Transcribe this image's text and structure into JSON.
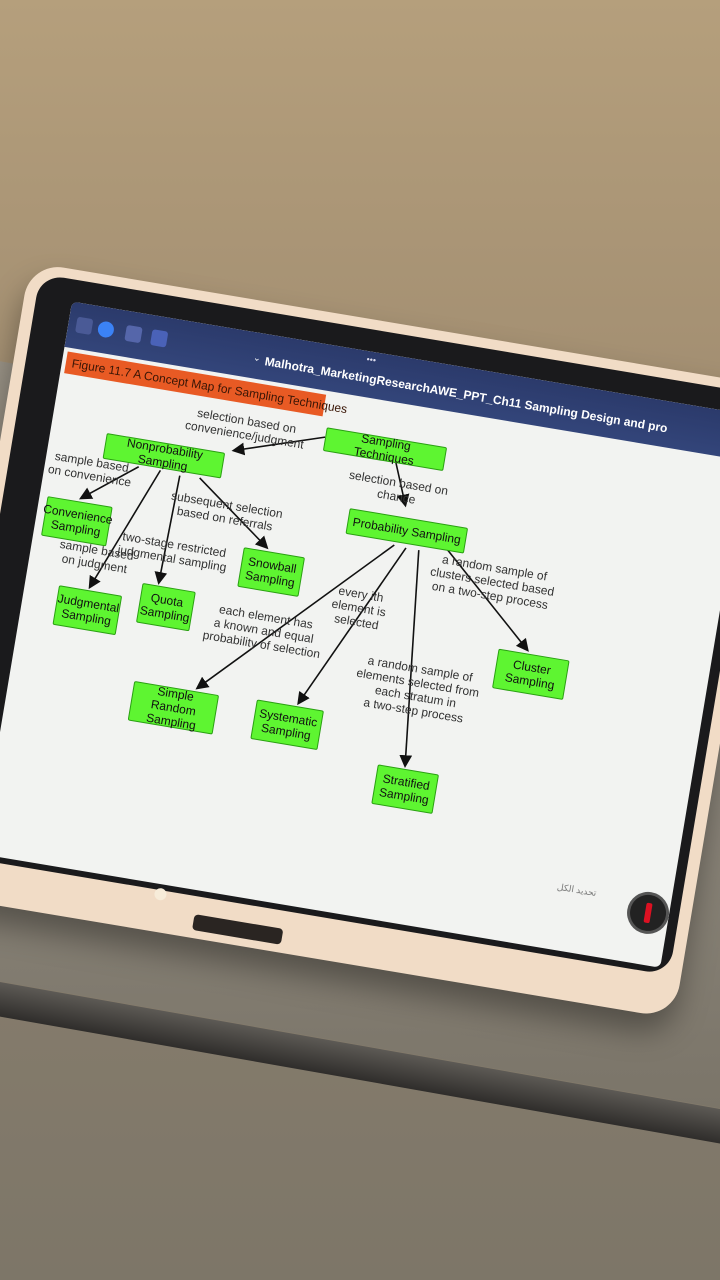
{
  "app": {
    "document_title": "Malhotra_MarketingResearchAWE_PPT_Ch11 Sampling Design and pro",
    "overflow_dots": "•••",
    "figure_caption": "Figure 11.7  A Concept Map for Sampling Techniques",
    "overlay_text": "تحديد الكل"
  },
  "nodes": {
    "sampling_techniques": "Sampling Techniques",
    "nonprobability": "Nonprobability Sampling",
    "probability": "Probability Sampling",
    "convenience": "Convenience Sampling",
    "judgmental": "Judgmental Sampling",
    "quota": "Quota Sampling",
    "snowball": "Snowball Sampling",
    "simple_random": "Simple Random Sampling",
    "systematic": "Systematic Sampling",
    "stratified": "Stratified Sampling",
    "cluster": "Cluster Sampling"
  },
  "edge_labels": {
    "convenience_judgment": "selection based on\nconvenience/judgment",
    "chance": "selection based on\nchance",
    "sample_convenience": "sample based\non convenience",
    "subsequent": "subsequent selection\nbased on referrals",
    "two_stage": "two-stage restricted\njudgmental sampling",
    "sample_judgment": "sample based\non judgment",
    "every_ith": "every ith\nelement is\nselected",
    "known_equal": "each element has\na known and equal\nprobability of selection",
    "random_clusters": "a random sample of\nclusters selected based\non a two-step process",
    "random_stratum": "a random sample of\nelements selected from\neach stratum in\na two-step process"
  },
  "colors": {
    "node_fill": "#5ef531",
    "banner": "#e85a24",
    "topbar": "#2b3a6b",
    "case": "#f1dcc6"
  }
}
